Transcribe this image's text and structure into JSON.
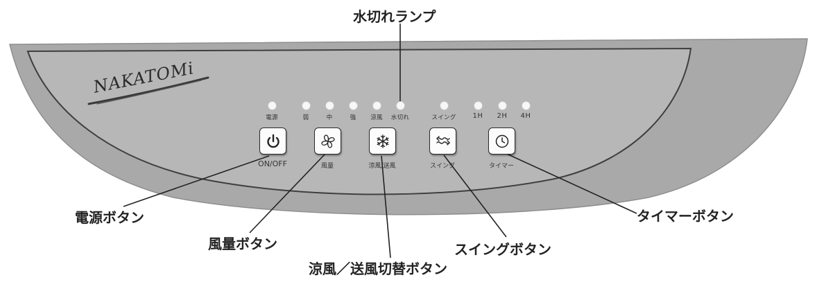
{
  "brand": "NAKATOMi",
  "indicator_lamps": [
    {
      "id": "power",
      "label": "電源"
    },
    {
      "id": "fan-weak",
      "label": "弱"
    },
    {
      "id": "fan-mid",
      "label": "中"
    },
    {
      "id": "fan-strong",
      "label": "強"
    },
    {
      "id": "cool",
      "label": "涼風"
    },
    {
      "id": "water-out",
      "label": "水切れ"
    },
    {
      "id": "swing",
      "label": "スイング"
    },
    {
      "id": "timer-1h",
      "label": "1H"
    },
    {
      "id": "timer-2h",
      "label": "2H"
    },
    {
      "id": "timer-4h",
      "label": "4H"
    }
  ],
  "buttons": [
    {
      "id": "power",
      "icon": "power-icon",
      "label": "ON/OFF"
    },
    {
      "id": "fan-speed",
      "icon": "fan-icon",
      "label": "風量"
    },
    {
      "id": "cool-fan",
      "icon": "snowflake-icon",
      "label": "涼風/送風"
    },
    {
      "id": "swing",
      "icon": "swing-icon",
      "label": "スイング"
    },
    {
      "id": "timer",
      "icon": "clock-icon",
      "label": "タイマー"
    }
  ],
  "callouts": {
    "water_lamp": "水切れランプ",
    "power_button": "電源ボタン",
    "fan_button": "風量ボタン",
    "cool_button": "涼風／送風切替ボタン",
    "swing_button": "スイングボタン",
    "timer_button": "タイマーボタン"
  }
}
